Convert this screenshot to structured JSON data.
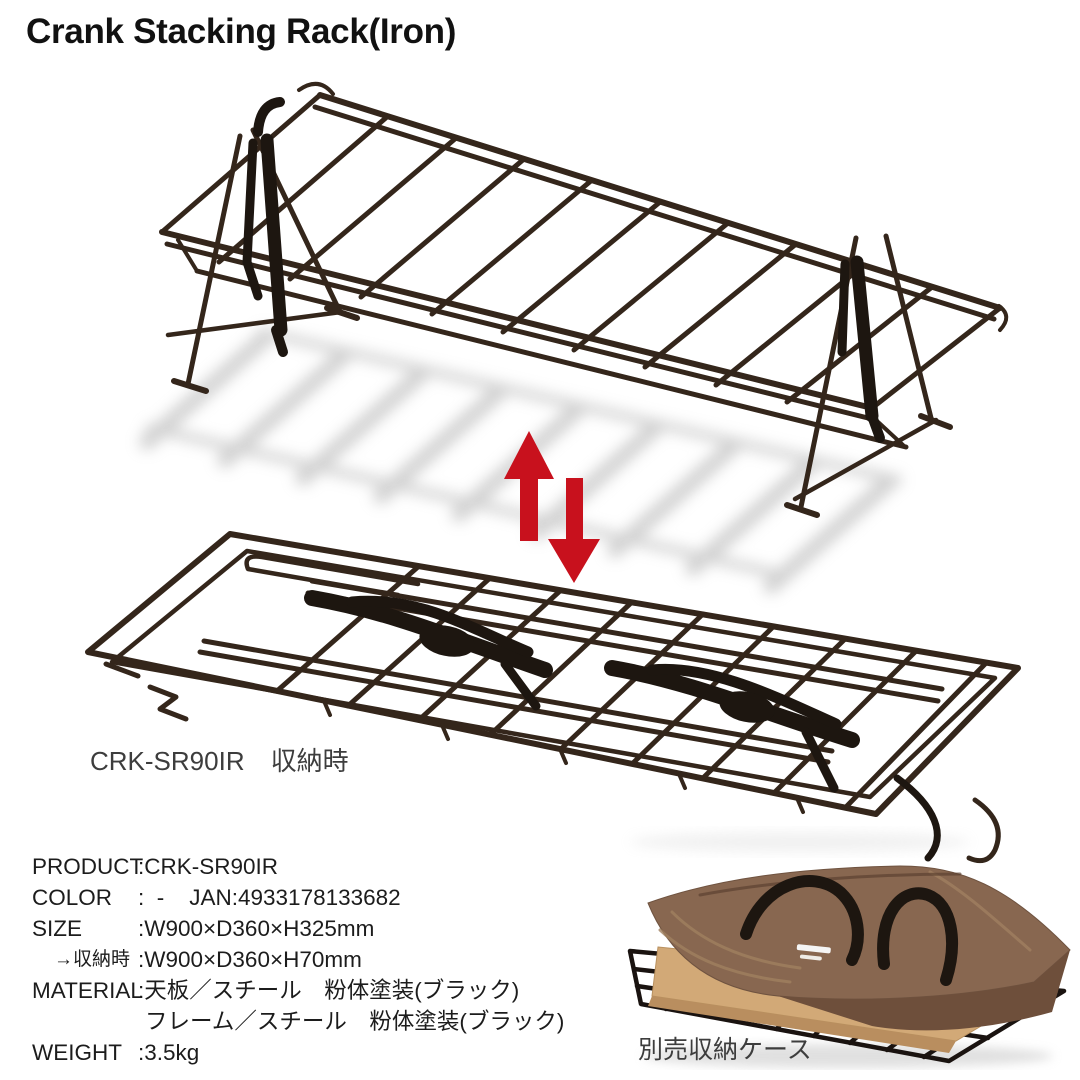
{
  "title": "Crank Stacking Rack(Iron)",
  "folded_caption": {
    "model": "CRK-SR90IR",
    "state": "収納時"
  },
  "case_caption": "別売収納ケース",
  "specs": {
    "rows": [
      {
        "label": "PRODUCT",
        "value": ":CRK-SR90IR"
      },
      {
        "label": "COLOR",
        "value": ":  -    JAN:4933178133682"
      },
      {
        "label": "SIZE",
        "value": ":W900×D360×H325mm"
      },
      {
        "label": "→収納時",
        "value": ":W900×D360×H70mm"
      },
      {
        "label": "MATERIAL",
        "value": ":天板／スチール　粉体塗装(ブラック)"
      },
      {
        "label": "",
        "value": "フレーム／スチール　粉体塗装(ブラック)"
      },
      {
        "label": "WEIGHT",
        "value": ":3.5kg"
      }
    ]
  },
  "colors": {
    "accent": "#c8111d",
    "wire": "#34261b",
    "wire-dark": "#1a1310",
    "strap": "#1d1610",
    "bag-top": "#886750",
    "bag-front": "#6e4f3b",
    "board": "#d2a977",
    "shadow": "#c7c7c7",
    "text": "#1c1c1c",
    "caption": "#3d3d3d",
    "background": "#ffffff"
  }
}
